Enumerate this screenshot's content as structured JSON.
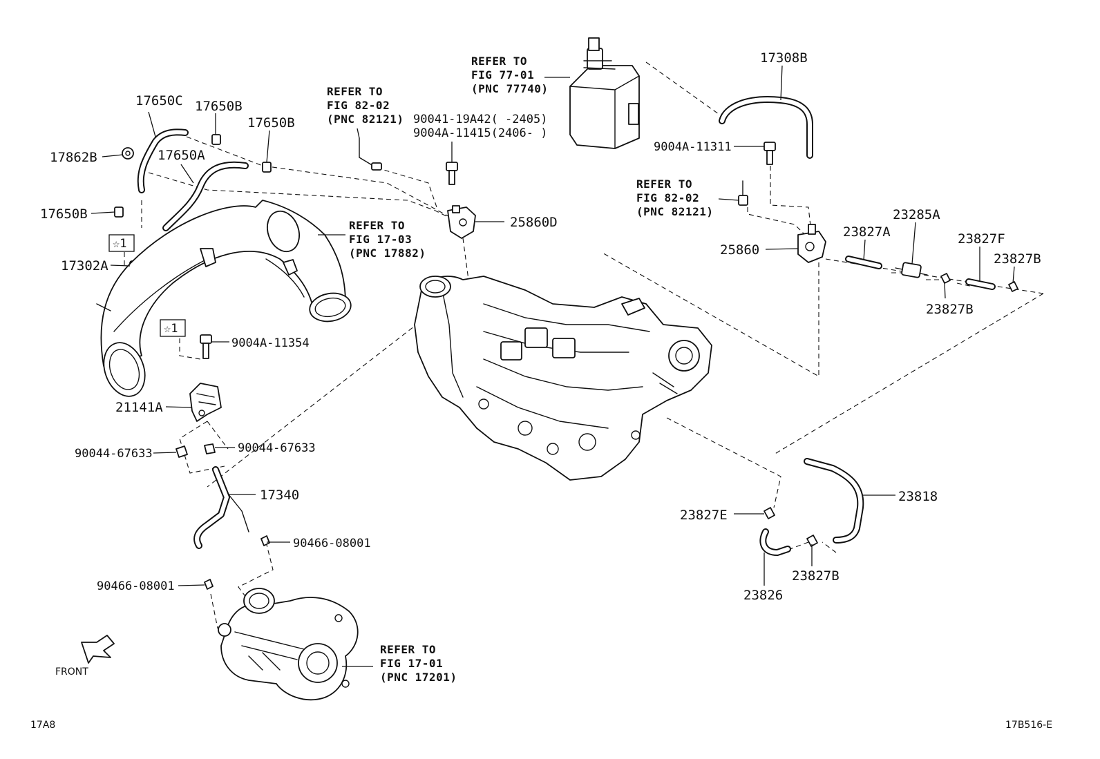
{
  "labels": {
    "l17650C": "17650C",
    "l17650B_top": "17650B",
    "l17650B_mid": "17650B",
    "l17862B": "17862B",
    "l17650A": "17650A",
    "l17650B_left": "17650B",
    "star1_upper": "☆1",
    "l17302A": "17302A",
    "star1_lower": "☆1",
    "l9004A_11354": "9004A-11354",
    "l21141A": "21141A",
    "l90044_left": "90044-67633",
    "l90044_right": "90044-67633",
    "l17340": "17340",
    "l90466_right": "90466-08001",
    "l90466_left": "90466-08001",
    "l90041": "90041-19A42(    -2405)",
    "l9004A_11415": "9004A-11415(2406-    )",
    "l25860D": "25860D",
    "l17308B": "17308B",
    "l9004A_11311": "9004A-11311",
    "l25860": "25860",
    "l23827A": "23827A",
    "l23285A": "23285A",
    "l23827F": "23827F",
    "l23827B_right": "23827B",
    "l23827B_mid": "23827B",
    "l23818": "23818",
    "l23827E": "23827E",
    "l23826": "23826",
    "l23827B_low": "23827B"
  },
  "refs": {
    "fig82_left": [
      "REFER TO",
      "FIG 82-02",
      "(PNC 82121)"
    ],
    "fig77": [
      "REFER TO",
      "FIG 77-01",
      "(PNC 77740)"
    ],
    "fig17_03": [
      "REFER TO",
      "FIG 17-03",
      "(PNC 17882)"
    ],
    "fig82_right": [
      "REFER TO",
      "FIG 82-02",
      "(PNC 82121)"
    ],
    "fig17_01": [
      "REFER TO",
      "FIG 17-01",
      "(PNC 17201)"
    ]
  },
  "front_label": "FRONT",
  "footer": {
    "left": "17A8",
    "right": "17B516-E"
  },
  "icons": {
    "front-arrow": "front-arrow-icon"
  }
}
